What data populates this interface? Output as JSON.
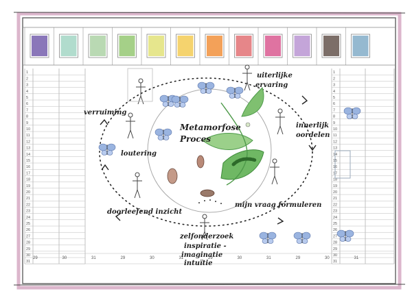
{
  "title": {
    "line1": "Metamorfose",
    "line2": "Proces"
  },
  "swatch_colors": [
    "#6d55a8",
    "#9ed3c0",
    "#a8cfa0",
    "#8fc46a",
    "#e0e070",
    "#f3c84a",
    "#f08a30",
    "#e0686c",
    "#d7508a",
    "#b58fd0",
    "#5b4a42",
    "#7aa8c4"
  ],
  "stages": [
    {
      "lines": [
        "uiterlijke",
        "ervaring"
      ]
    },
    {
      "lines": [
        "innerlijk",
        "oordelen"
      ]
    },
    {
      "lines": [
        "mijn vraag formuleren"
      ]
    },
    {
      "lines": [
        "zelfonderzoek",
        "inspiratie -",
        "imaginatie",
        "intuïtie"
      ]
    },
    {
      "lines": [
        "doorleefend inzicht"
      ]
    },
    {
      "lines": [
        "loutering"
      ]
    },
    {
      "lines": [
        "verruiming"
      ]
    }
  ],
  "calendar": {
    "left_numbers": [
      "1",
      "2",
      "3",
      "4",
      "5",
      "6",
      "7",
      "8",
      "9",
      "10",
      "11",
      "12",
      "13",
      "14",
      "15",
      "16",
      "17",
      "18",
      "19",
      "20",
      "21",
      "22",
      "23",
      "24",
      "25",
      "26",
      "27",
      "28",
      "29",
      "30",
      "31"
    ],
    "right_numbers": [
      "1",
      "2",
      "3",
      "4",
      "5",
      "6",
      "7",
      "8",
      "9",
      "10",
      "11",
      "12",
      "13",
      "14",
      "15",
      "16",
      "17",
      "18",
      "19",
      "20",
      "21",
      "22",
      "23",
      "24",
      "25",
      "26",
      "27",
      "28",
      "29",
      "30",
      "31"
    ],
    "bottom_numbers": [
      "29",
      "30",
      "31",
      "29",
      "30",
      "31",
      "29",
      "30",
      "31",
      "29",
      "30",
      "31"
    ]
  },
  "colors": {
    "frame": "#c98fb0",
    "pencil": "#777777",
    "ink": "#1f1f1f",
    "leaf": "#7fc070",
    "leaf_dark": "#4e9a4a",
    "butterfly": "#9ab4e0",
    "cocoon": "#b98a78"
  }
}
